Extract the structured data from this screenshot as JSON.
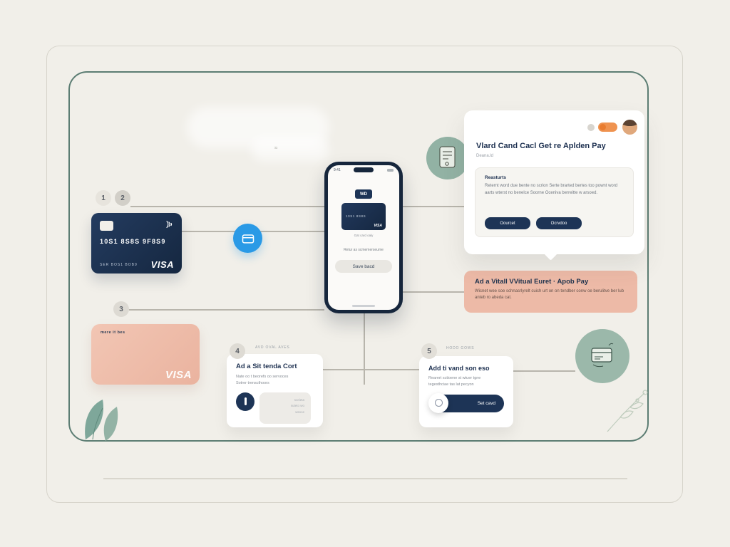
{
  "colors": {
    "background": "#f1efe9",
    "frame_teal": "#5c7d73",
    "navy": "#1d3456",
    "salmon": "#edbaa7",
    "blue": "#2a9ae6",
    "sage": "#97b5a7",
    "orange": "#ef9350",
    "line": "#b8b5ac"
  },
  "steps": {
    "s1": "1",
    "s2": "2",
    "s3": "3",
    "s4": "4",
    "s5": "5"
  },
  "navy_card": {
    "number": "10S1 8S8S 9F8S9",
    "subline": "SER BOS1 BOB9",
    "brand": "VISA"
  },
  "pink_card": {
    "label": "mere it bes",
    "brand": "VISA"
  },
  "phone": {
    "status_left": "9:41",
    "badge": "WD",
    "mini_number": "10S1 8S8S",
    "mini_brand": "VISA",
    "caption_small": "Gat card oaly",
    "caption": "Retur as scmemerseume",
    "button": "Save bacd"
  },
  "modal": {
    "title": "Vlard Cand Cacl Get re Aplden Pay",
    "subtitle": "Deana.ld",
    "panel_heading": "Reasturts",
    "panel_text": "Reternt word due bente no scrion Serte brarted bertes too pownt word aarts wterst no benelce Soorne Oceniva berreitte w arsoed.",
    "cancel": "Oourcet",
    "continue": "Ocrvdoo"
  },
  "pink_note": {
    "title": "Ad a Vitall VVitual Euret · Apob Pay",
    "text": "Wicnet wee soe schnasrlyrelt cuich urt on on tendber conw oe berulitve ber lub anteb ro abeda cat."
  },
  "card_add1": {
    "overline": "AVD OVAL AVES",
    "title": "Ad a Sit tenda Cort",
    "line1": "Nate oo t beorefs oo servoces",
    "line2": "Sotrer trenscthoors",
    "ghost1": "sceieta",
    "ghost2": "suteto wo",
    "ghost3": "wexce"
  },
  "card_add2": {
    "overline": "HODO GOWS",
    "title": "Add ti vand son eso",
    "line1": "Rearert sctioene st wtuer tgne",
    "line2": "tegesthciae tas lat pecyon",
    "slider": "Set cavd"
  }
}
